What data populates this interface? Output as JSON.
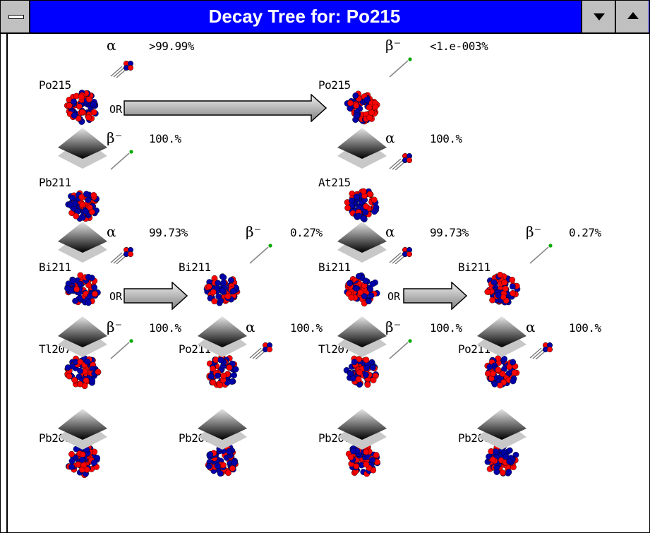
{
  "window": {
    "title": "Decay Tree for: Po215"
  },
  "nodes": [
    {
      "label": "Po215"
    },
    {
      "label": "Po215"
    },
    {
      "label": "Pb211"
    },
    {
      "label": "At215"
    },
    {
      "label": "Bi211"
    },
    {
      "label": "Bi211"
    },
    {
      "label": "Bi211"
    },
    {
      "label": "Bi211"
    },
    {
      "label": "Tl207"
    },
    {
      "label": "Po211"
    },
    {
      "label": "Tl207"
    },
    {
      "label": "Po211"
    },
    {
      "label": "Pb207"
    },
    {
      "label": "Pb207"
    },
    {
      "label": "Pb207"
    },
    {
      "label": "Pb207"
    }
  ],
  "branches": [
    {
      "symbol": "α",
      "percent": ">99.99%"
    },
    {
      "symbol": "β⁻",
      "percent": "<1.e-003%"
    },
    {
      "symbol": "β⁻",
      "percent": "100.%"
    },
    {
      "symbol": "α",
      "percent": "100.%"
    },
    {
      "symbol": "α",
      "percent": "99.73%"
    },
    {
      "symbol": "β⁻",
      "percent": "0.27%"
    },
    {
      "symbol": "α",
      "percent": "99.73%"
    },
    {
      "symbol": "β⁻",
      "percent": "0.27%"
    },
    {
      "symbol": "β⁻",
      "percent": "100.%"
    },
    {
      "symbol": "α",
      "percent": "100.%"
    },
    {
      "symbol": "β⁻",
      "percent": "100.%"
    },
    {
      "symbol": "α",
      "percent": "100.%"
    }
  ],
  "or_label": "OR",
  "colors": {
    "titlebar": "#0000ff",
    "proton": "#ff0000",
    "neutron": "#0000aa",
    "beta_particle": "#00aa00"
  }
}
